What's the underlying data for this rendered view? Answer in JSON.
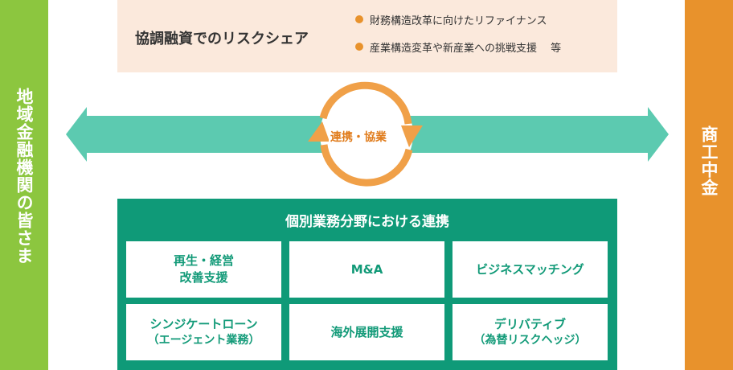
{
  "left_bar": {
    "label": "地域金融機関の皆さま"
  },
  "right_bar": {
    "label": "商工中金"
  },
  "risk_share": {
    "title": "協調融資でのリスクシェア",
    "items": [
      "財務構造改革に向けたリファイナンス",
      "産業構造変革や新産業への挑戦支援　 等"
    ]
  },
  "cycle": {
    "label": "連携・協業"
  },
  "cooperation": {
    "title": "個別業務分野における連携",
    "cells": [
      {
        "line1": "再生・経営",
        "line2": "改善支援"
      },
      {
        "line1": "M&A",
        "line2": ""
      },
      {
        "line1": "ビジネスマッチング",
        "line2": ""
      },
      {
        "line1": "シンジケートローン",
        "line2": "（エージェント業務）"
      },
      {
        "line1": "海外展開支援",
        "line2": ""
      },
      {
        "line1": "デリバティブ",
        "line2": "（為替リスクヘッジ）"
      }
    ]
  },
  "colors": {
    "left_bar": "#8cc63f",
    "right_bar": "#e8922c",
    "risk_bg": "#fbe9dc",
    "arrow": "#5ccab0",
    "cycle": "#f0a048",
    "panel": "#0f9a78",
    "cell_text": "#129a78"
  },
  "icons": [
    "bullet-dot-icon",
    "double-headed-arrow-icon",
    "cycle-arrows-icon"
  ]
}
